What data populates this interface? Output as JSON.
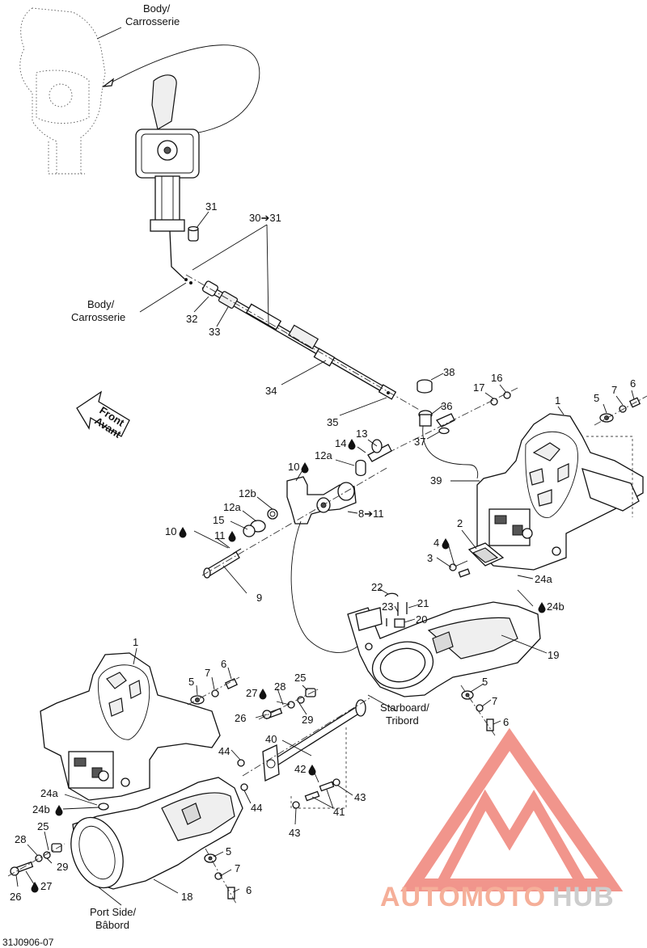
{
  "labels": {
    "body_top": [
      "Body/",
      "Carrosserie"
    ],
    "body_mid": [
      "Body/",
      "Carrosserie"
    ],
    "starboard": [
      "Starboard/",
      "Tribord"
    ],
    "port": [
      "Port Side/",
      "Bâbord"
    ],
    "front": [
      "Front",
      "Avant"
    ],
    "figure_code": "31J0906-07"
  },
  "callouts": {
    "c31": "31",
    "c30_31": "30➔31",
    "c32": "32",
    "c33": "33",
    "c34": "34",
    "c35": "35",
    "c36": "36",
    "c37": "37",
    "c38": "38",
    "c39": "39",
    "c17": "17",
    "c16": "16",
    "c1_right": "1",
    "c5_tr": "5",
    "c7_tr": "7",
    "c6_tr": "6",
    "c13": "13",
    "c14": "14",
    "c12a_top": "12a",
    "c10_top": "10",
    "c12b": "12b",
    "c12a_mid": "12a",
    "c15": "15",
    "c8_11": "8➔11",
    "c10_left": "10",
    "c11": "11",
    "c9": "9",
    "c2": "2",
    "c4": "4",
    "c3": "3",
    "c24a_right": "24a",
    "c24b_right": "24b",
    "c22": "22",
    "c23": "23",
    "c21": "21",
    "c20": "20",
    "c19": "19",
    "c1_left": "1",
    "c5_l": "5",
    "c7_l": "7",
    "c6_l": "6",
    "c27": "27",
    "c28_mid": "28",
    "c25_mid": "25",
    "c26_mid": "26",
    "c29_mid": "29",
    "c5_r2": "5",
    "c7_r2": "7",
    "c6_r2": "6",
    "c40": "40",
    "c44_a": "44",
    "c44_b": "44",
    "c42": "42",
    "c43_a": "43",
    "c41": "41",
    "c43_b": "43",
    "c24a_left": "24a",
    "c24b_left": "24b",
    "c28_bl": "28",
    "c25_bl": "25",
    "c29_bl": "29",
    "c26_bl": "26",
    "c27_bl": "27",
    "c5_b": "5",
    "c7_b": "7",
    "c6_b": "6",
    "c18": "18"
  },
  "watermark": {
    "brand_part1": "AUTOMOTO",
    "brand_part2": "HUB",
    "color_primary": "#f4a78f",
    "color_secondary": "#c8c8c8",
    "logo_color": "#f08a80"
  },
  "icons": {
    "loctite_drop": "drop-icon",
    "front_arrow": "arrow-icon"
  }
}
